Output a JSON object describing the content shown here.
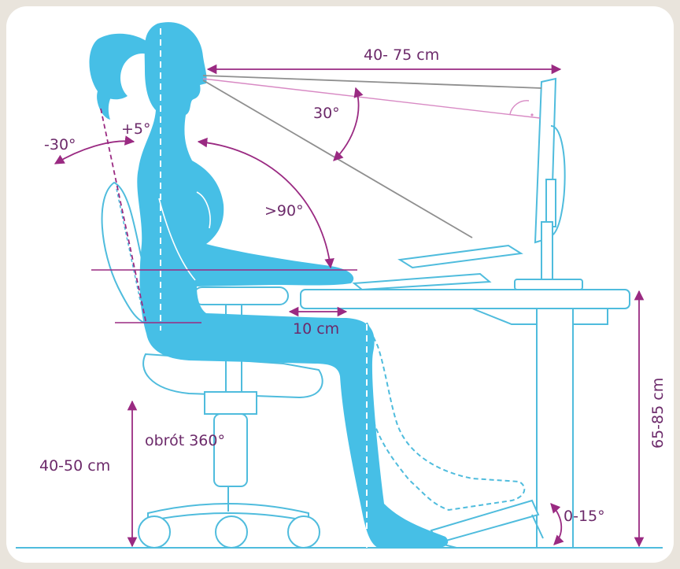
{
  "colors": {
    "body": "#46bfe6",
    "outline": "#4fbcdd",
    "purple": "#9a2a82",
    "pink": "#d88ac4",
    "gray": "#8f8f8f",
    "text": "#6c2a6a",
    "background": "#e9e4dc"
  },
  "labels": {
    "eye_distance": "40- 75  cm",
    "gaze_angle": "30°",
    "recline_back": "-30°",
    "recline_forward": "+5°",
    "elbow_angle": ">90°",
    "armrest_gap": "10 cm",
    "swivel": "obrót 360°",
    "seat_height": "40-50 cm",
    "desk_height": "65-85 cm",
    "footrest_tilt": "0-15°"
  }
}
